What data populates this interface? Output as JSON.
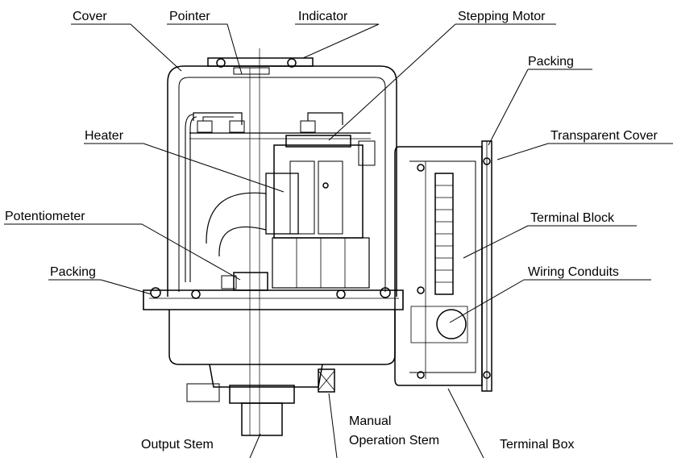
{
  "labels": {
    "cover": "Cover",
    "pointer": "Pointer",
    "indicator": "Indicator",
    "stepping_motor": "Stepping Motor",
    "packing_right": "Packing",
    "heater": "Heater",
    "transparent_cover": "Transparent Cover",
    "potentiometer": "Potentiometer",
    "terminal_block": "Terminal Block",
    "packing_left": "Packing",
    "wiring_conduits": "Wiring Conduits",
    "manual_line1": "Manual",
    "manual_line2": "Operation Stem",
    "output_stem": "Output Stem",
    "terminal_box": "Terminal Box"
  },
  "colors": {
    "line": "#000000",
    "background": "#ffffff"
  }
}
